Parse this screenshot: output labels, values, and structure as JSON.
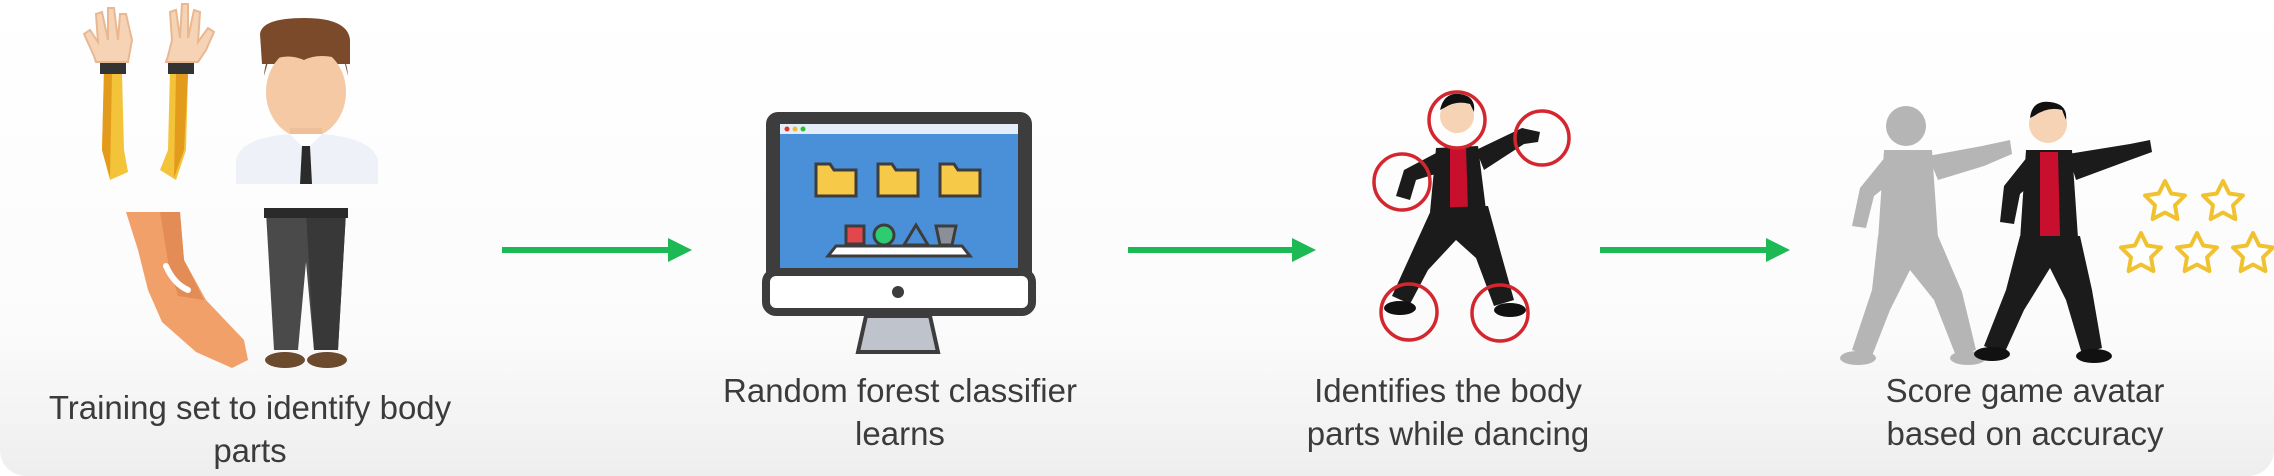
{
  "steps": [
    {
      "caption_line1": "Training set to identify body",
      "caption_line2": "parts",
      "icon": "body-parts-training-icon"
    },
    {
      "caption_line1": "Random forest classifier",
      "caption_line2": "learns",
      "icon": "computer-monitor-icon"
    },
    {
      "caption_line1": "Identifies the body",
      "caption_line2": "parts while dancing",
      "icon": "dancer-tracking-icon"
    },
    {
      "caption_line1": "Score game avatar",
      "caption_line2": "based on accuracy",
      "icon": "avatar-score-icon"
    }
  ],
  "arrow_count": 3,
  "colors": {
    "arrow": "#1db954",
    "ring": "#d3262e",
    "text": "#3b3b3b",
    "screen": "#4a90d9",
    "suit": "#1b1b1b",
    "shirt": "#c8102e",
    "star": "#f0c230",
    "ghost": "#b5b5b5"
  }
}
